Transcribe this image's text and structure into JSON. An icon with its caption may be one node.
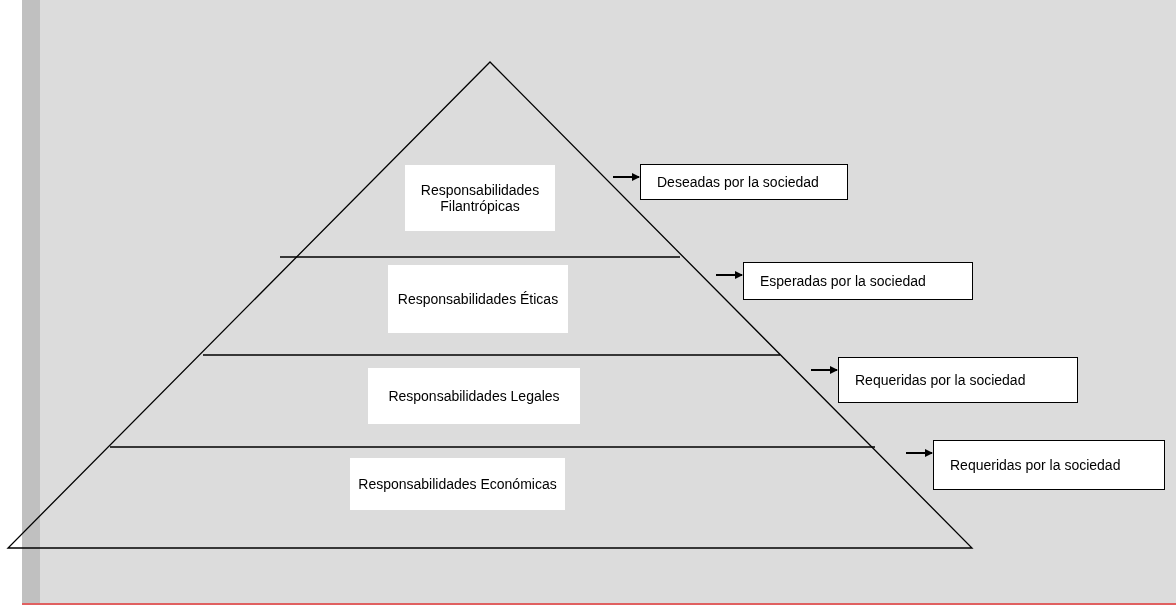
{
  "diagram": {
    "nodes": [
      {
        "text": [
          "Responsabilidades Filantrópicas"
        ]
      },
      {
        "text": [
          "Responsabilidades Éticas"
        ]
      },
      {
        "text": [
          "Responsabilidades Legales"
        ]
      },
      {
        "text": [
          "Responsabilidades Económicas"
        ]
      },
      {
        "text": [
          "Deseadas por la sociedad"
        ]
      },
      {
        "text": [
          "Esperadas por la sociedad"
        ]
      },
      {
        "text": [
          "Requeridas por la sociedad"
        ]
      },
      {
        "text": [
          "Requeridas por la sociedad"
        ]
      }
    ],
    "edges": [
      {
        "from": null,
        "to": 4,
        "arrow": "to"
      },
      {
        "from": null,
        "to": 5,
        "arrow": "to"
      },
      {
        "from": null,
        "to": 6,
        "arrow": "to"
      },
      {
        "from": null,
        "to": 7,
        "arrow": "to"
      }
    ]
  }
}
